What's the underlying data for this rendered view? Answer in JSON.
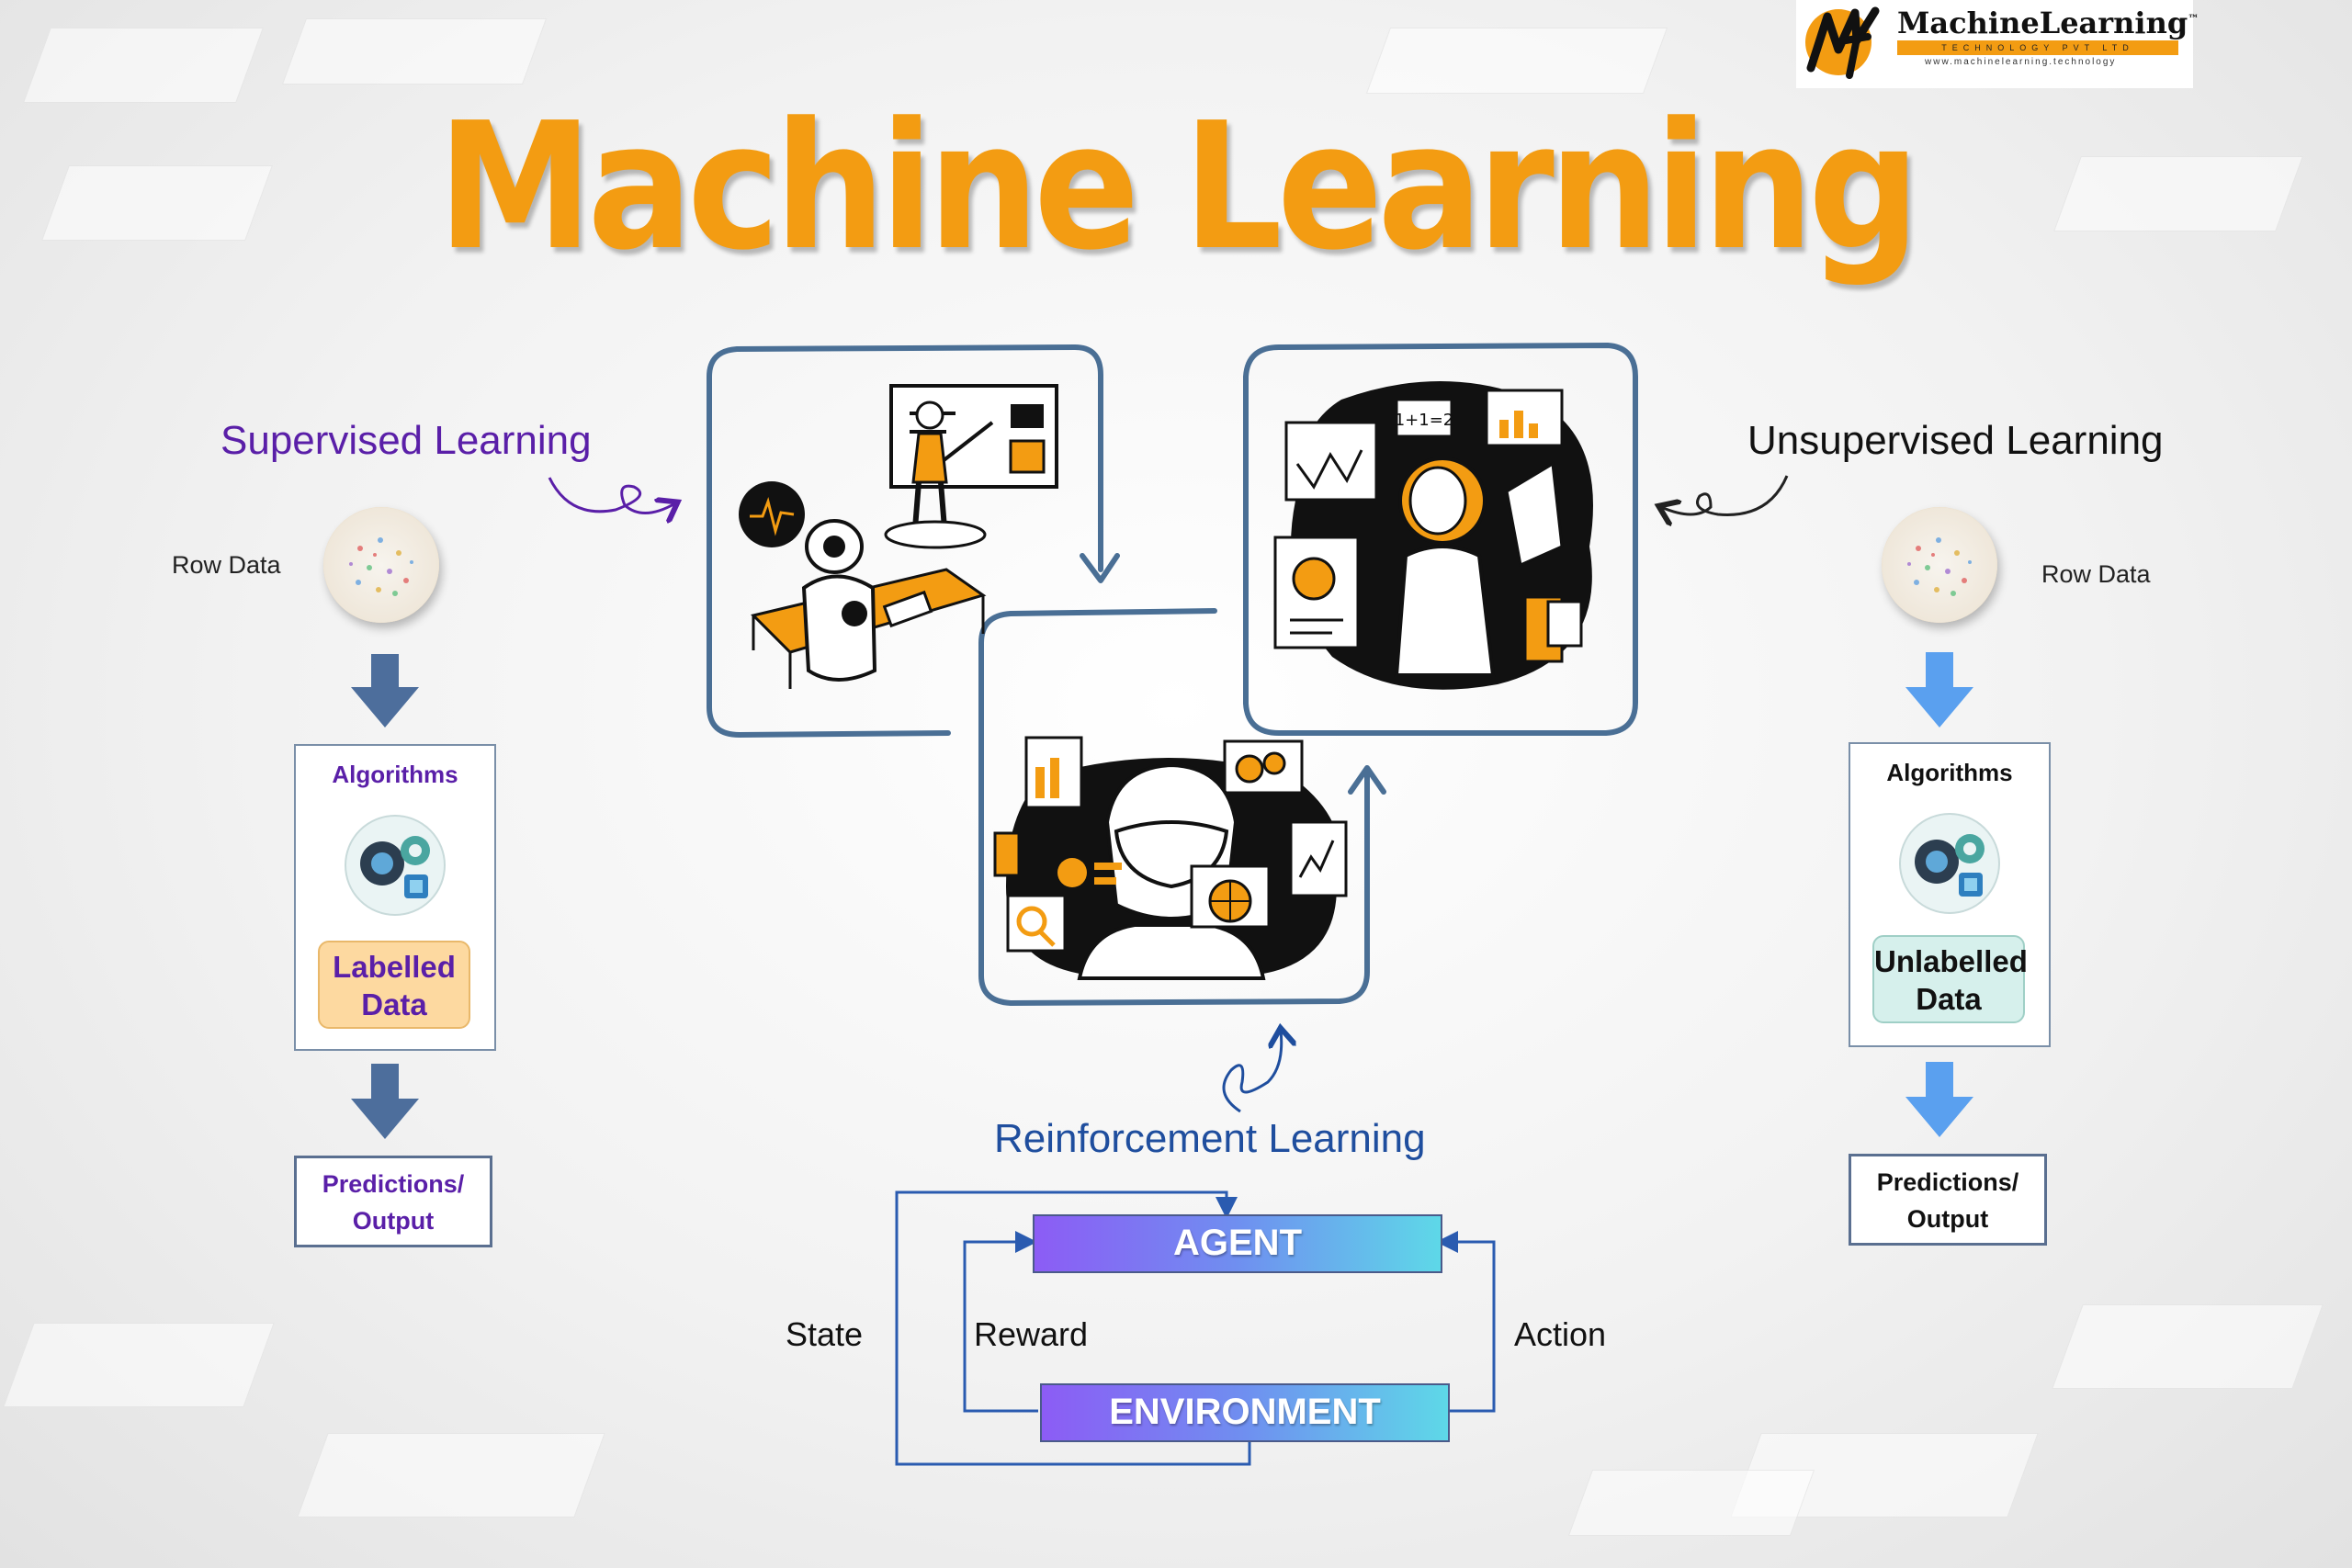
{
  "logo": {
    "brand": "MachineLearning",
    "tm": "™",
    "tagline": "TECHNOLOGY PVT LTD",
    "url": "www.machinelearning.technology"
  },
  "title": "Machine Learning",
  "supervised": {
    "title": "Supervised Learning",
    "raw_label": "Row Data",
    "algorithms_label": "Algorithms",
    "data_label": "Labelled Data",
    "output_label": "Predictions/ Output"
  },
  "unsupervised": {
    "title": "Unsupervised Learning",
    "raw_label": "Row Data",
    "algorithms_label": "Algorithms",
    "data_label": "Unlabelled Data",
    "output_label": "Predictions/ Output"
  },
  "reinforcement": {
    "title": "Reinforcement Learning",
    "agent": "AGENT",
    "environment": "ENVIRONMENT",
    "state": "State",
    "reward": "Reward",
    "action": "Action"
  },
  "illustration_texts": {
    "equation": "1+1=2"
  },
  "colors": {
    "accent_orange": "#f39c12",
    "supervised_purple": "#5a1fa8",
    "rl_blue": "#1f4e9e",
    "frame_blue": "#4a6f95",
    "arrow_dark_blue": "#4d6e9c",
    "arrow_light_blue": "#5aa0ef"
  },
  "icons": {
    "down_arrow": "down-arrow-icon",
    "gear_brain": "gear-brain-icon",
    "curly_arrow": "curly-arrow-icon"
  }
}
